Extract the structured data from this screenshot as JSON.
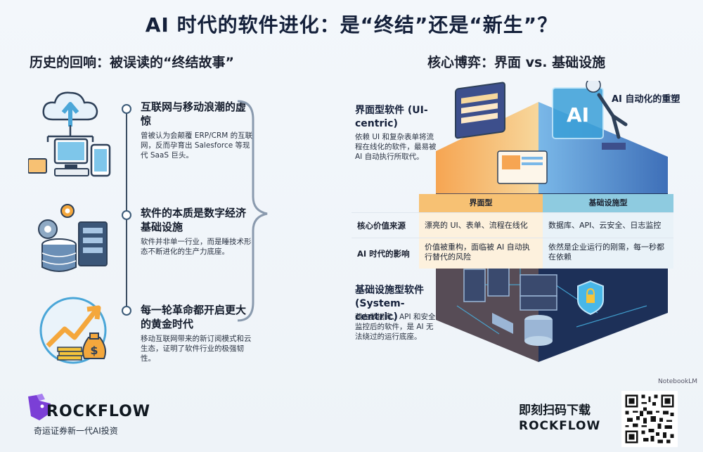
{
  "title": "AI 时代的软件进化：是“终结”还是“新生”？",
  "left_section": {
    "heading": "历史的回响：被误读的“终结故事”",
    "items": [
      {
        "title": "互联网与移动浪潮的虚惊",
        "body": "曾被认为会颠覆 ERP/CRM 的互联网，反而孕育出 Salesforce 等现代 SaaS 巨头。"
      },
      {
        "title": "软件的本质是数字经济基础设施",
        "body": "软件并非单一行业，而是睡技术形态不断进化的生产力底座。"
      },
      {
        "title": "每一轮革命都开启更大的黄金时代",
        "body": "移动互联网带来的新订阅模式和云生态，证明了软件行业的极强韧性。"
      }
    ]
  },
  "right_section": {
    "heading": "核心博弈：界面 vs. 基础设施",
    "ai_label": "AI 自动化的重塑",
    "ui_centric": {
      "title": "界面型软件 (UI-centric)",
      "body": "依赖 UI 和复杂表单将流程在线化的软件，最易被 AI 自动执行所取代。"
    },
    "system_centric": {
      "title": "基础设施型软件 (System-centric)",
      "body": "藏在数据库、API 和安全监控后的软件，是 AI 无法绕过的运行底座。"
    },
    "table": {
      "col_headers": [
        "界面型",
        "基础设施型"
      ],
      "rows": [
        {
          "label": "核心价值来源",
          "ui": "漂亮的 UI、表单、流程在线化",
          "sys": "数据库、API、云安全、日志监控"
        },
        {
          "label": "AI 时代的影响",
          "ui": "价值被重构，面临被 AI 自动执行替代的风险",
          "sys": "依然是企业运行的刚需，每一秒都在依赖"
        }
      ]
    },
    "cube_ai_text": "AI"
  },
  "watermark": "NotebookLM",
  "footer": {
    "logo": "ROCKFLOW",
    "slogan": "奇运证券新一代AI投资",
    "cta_line1": "即刻扫码下载",
    "cta_line2": "ROCKFLOW"
  },
  "colors": {
    "orange": "#f7c173",
    "blue": "#8ecbe0",
    "dark": "#14203a"
  }
}
